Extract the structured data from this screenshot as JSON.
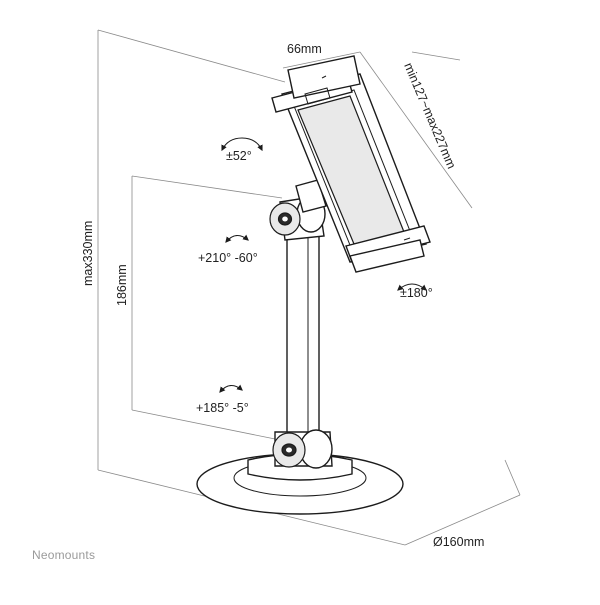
{
  "diagram": {
    "labels": {
      "clamp_width": "66mm",
      "clamp_range": "min127~max227mm",
      "tilt": "±52°",
      "upper_joint": "+210° -60°",
      "rotation": "±180°",
      "lower_joint": "+185° -5°",
      "total_height": "max330mm",
      "pole_height": "186mm",
      "base_diameter": "Ø160mm"
    },
    "brand": "Neomounts"
  }
}
